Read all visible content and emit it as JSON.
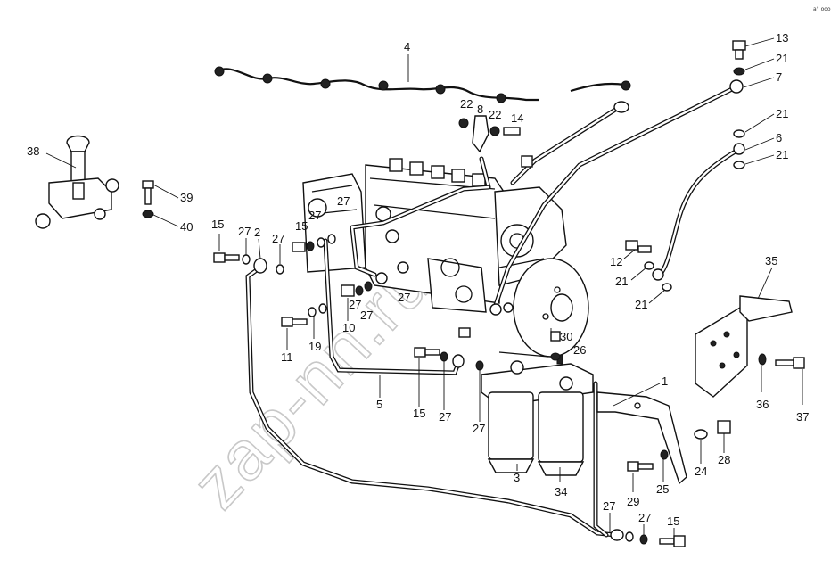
{
  "watermark": "zap-nn.ru",
  "corner_mark": "a° ooo",
  "callouts": {
    "c38": "38",
    "c39": "39",
    "c40": "40",
    "c4": "4",
    "c22a": "22",
    "c8": "8",
    "c22b": "22",
    "c14": "14",
    "c13": "13",
    "c21a": "21",
    "c7": "7",
    "c21b": "21",
    "c6": "6",
    "c21c": "21",
    "c12": "12",
    "c21d": "21",
    "c21e": "21",
    "c35": "35",
    "c15a": "15",
    "c27a": "27",
    "c2": "2",
    "c27b": "27",
    "c15b": "15",
    "c27c": "27",
    "c27d": "27",
    "c27e": "27",
    "c27f": "27",
    "c27g": "27",
    "c11": "11",
    "c19": "19",
    "c10": "10",
    "c30": "30",
    "c26": "26",
    "c1": "1",
    "c5": "5",
    "c15c": "15",
    "c27h": "27",
    "c27i": "27",
    "c36": "36",
    "c37": "37",
    "c3": "3",
    "c34": "34",
    "c29": "29",
    "c25": "25",
    "c24": "24",
    "c28": "28",
    "c27j": "27",
    "c27k": "27",
    "c15d": "15"
  }
}
